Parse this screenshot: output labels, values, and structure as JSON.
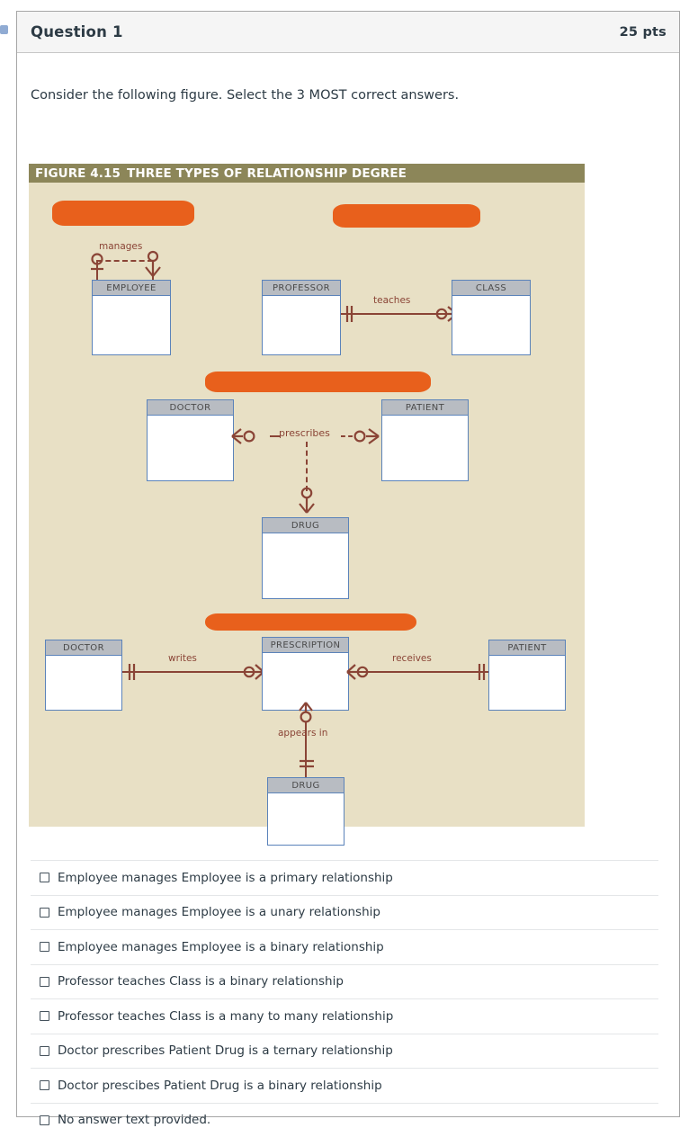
{
  "header": {
    "title": "Question 1",
    "points": "25 pts"
  },
  "prompt": "Consider the following figure. Select the 3 MOST correct answers.",
  "figure": {
    "caption_number": "FIGURE 4.15",
    "caption_text": "THREE TYPES OF RELATIONSHIP DEGREE",
    "caption_bg": "#8c8659",
    "background": "#e8e0c5",
    "entity_border": "#5b83ba",
    "entity_header_bg": "#b8bcc2",
    "line_color": "#8a4436",
    "redaction_color": "#e8601c",
    "entities": {
      "employee": "EMPLOYEE",
      "professor": "PROFESSOR",
      "class": "CLASS",
      "doctor_mid": "DOCTOR",
      "patient_mid": "PATIENT",
      "drug_mid": "DRUG",
      "doctor_bottom": "DOCTOR",
      "prescription": "PRESCRIPTION",
      "patient_bottom": "PATIENT",
      "drug_bottom": "DRUG"
    },
    "relationships": {
      "manages": "manages",
      "teaches": "teaches",
      "prescribes": "prescribes",
      "writes": "writes",
      "receives": "receives",
      "appears_in": "appears in"
    }
  },
  "options": [
    {
      "label": "Employee manages Employee is a primary relationship",
      "checked": false
    },
    {
      "label": "Employee manages Employee is a unary relationship",
      "checked": false
    },
    {
      "label": "Employee manages Employee is a binary relationship",
      "checked": false
    },
    {
      "label": "Professor teaches Class is a binary relationship",
      "checked": false
    },
    {
      "label": "Professor teaches Class is a many to many relationship",
      "checked": false
    },
    {
      "label": "Doctor prescribes Patient Drug is a ternary relationship",
      "checked": false
    },
    {
      "label": "Doctor prescibes Patient Drug is a binary relationship",
      "checked": false
    },
    {
      "label": "No answer text provided.",
      "checked": false
    }
  ]
}
